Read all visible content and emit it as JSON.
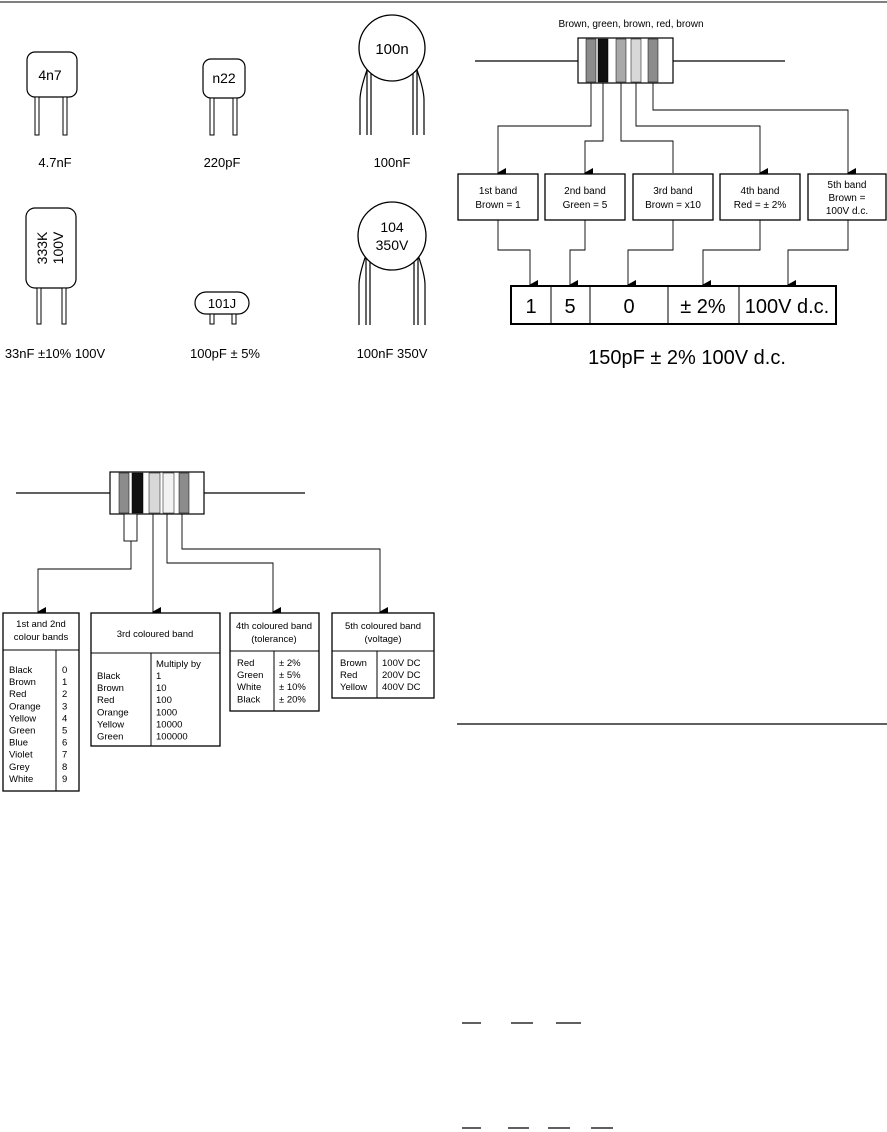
{
  "capacitors": [
    {
      "marking": "4n7",
      "value": "4.7nF"
    },
    {
      "marking": "n22",
      "value": "220pF"
    },
    {
      "marking": "100n",
      "value": "100nF"
    },
    {
      "marking_lines": [
        "333K",
        "100V"
      ],
      "value": "33nF ±10% 100V"
    },
    {
      "marking": "101J",
      "value": "100pF ± 5%"
    },
    {
      "marking_lines": [
        "104",
        "350V"
      ],
      "value": "100nF 350V"
    }
  ],
  "example": {
    "header": "Brown, green, brown, red, brown",
    "bands": [
      {
        "title": "1st band",
        "lines": [
          "Brown = 1"
        ]
      },
      {
        "title": "2nd band",
        "lines": [
          "Green = 5"
        ]
      },
      {
        "title": "3rd band",
        "lines": [
          "Brown = x10"
        ]
      },
      {
        "title": "4th band",
        "lines": [
          "Red = ± 2%"
        ]
      },
      {
        "title": "5th band",
        "lines": [
          "Brown =",
          "100V d.c."
        ]
      }
    ],
    "result_cells": [
      "1",
      "5",
      "0",
      "± 2%",
      "100V d.c."
    ],
    "result_text": "150pF ± 2% 100V d.c.",
    "band_colors": [
      "#8c8c8c",
      "#111111",
      "#a8a8a8",
      "#d8d8d8",
      "#8c8c8c"
    ]
  },
  "code": {
    "band_colors": [
      "#8c8c8c",
      "#111111",
      "#d8d8d8",
      "#f2f2f2",
      "#8c8c8c"
    ],
    "box1": {
      "title_lines": [
        "1st and 2nd",
        "colour bands"
      ],
      "rows": [
        [
          "Black",
          "0"
        ],
        [
          "Brown",
          "1"
        ],
        [
          "Red",
          "2"
        ],
        [
          "Orange",
          "3"
        ],
        [
          "Yellow",
          "4"
        ],
        [
          "Green",
          "5"
        ],
        [
          "Blue",
          "6"
        ],
        [
          "Violet",
          "7"
        ],
        [
          "Grey",
          "8"
        ],
        [
          "White",
          "9"
        ]
      ]
    },
    "box2": {
      "title": "3rd coloured band",
      "header": "Multiply by",
      "rows": [
        [
          "Black",
          "1"
        ],
        [
          "Brown",
          "10"
        ],
        [
          "Red",
          "100"
        ],
        [
          "Orange",
          "1000"
        ],
        [
          "Yellow",
          "10000"
        ],
        [
          "Green",
          "100000"
        ]
      ]
    },
    "box3": {
      "title_lines": [
        "4th coloured band",
        "(tolerance)"
      ],
      "rows": [
        [
          "Red",
          "± 2%"
        ],
        [
          "Green",
          "± 5%"
        ],
        [
          "White",
          "± 10%"
        ],
        [
          "Black",
          "± 20%"
        ]
      ]
    },
    "box4": {
      "title_lines": [
        "5th coloured band",
        "(voltage)"
      ],
      "rows": [
        [
          "Brown",
          "100V DC"
        ],
        [
          "Red",
          "200V DC"
        ],
        [
          "Yellow",
          "400V DC"
        ]
      ]
    }
  }
}
